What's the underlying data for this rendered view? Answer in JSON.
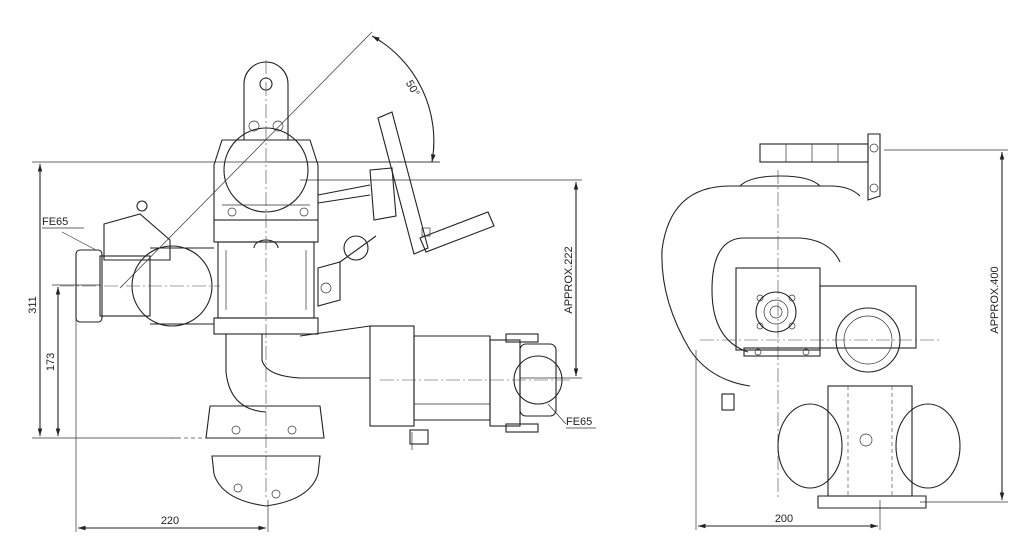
{
  "side_view": {
    "dim_height_total": "311",
    "dim_height_inlet": "173",
    "dim_width": "220",
    "dim_height_outlet": "APPROX.222",
    "angle": "50°",
    "inlet_label": "FE65",
    "outlet_label": "FE65"
  },
  "front_view": {
    "dim_width": "200",
    "dim_height": "APPROX.400"
  }
}
